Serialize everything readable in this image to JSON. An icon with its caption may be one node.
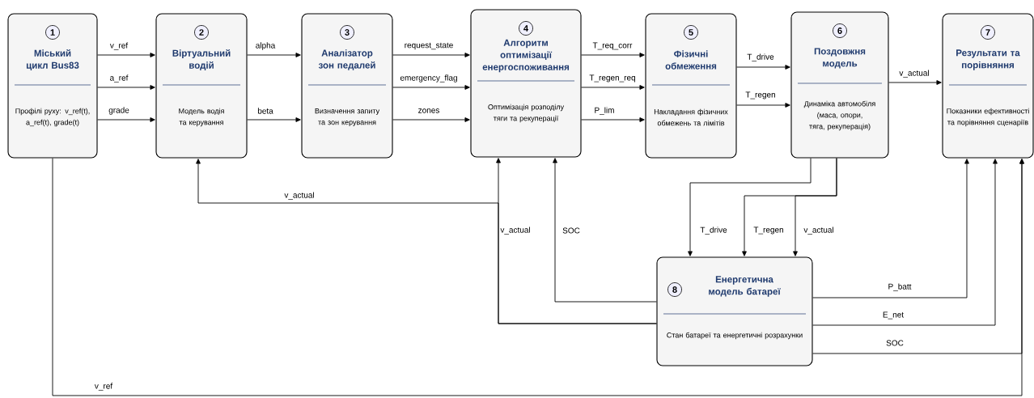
{
  "diagram": {
    "nodes": [
      {
        "text": [
          "1",
          "Міський цикл Bus83",
          "Профілі руху: v_ref(t), a_ref(t), grade(t)"
        ]
      },
      {
        "text": [
          "2",
          "Віртуальний водій",
          "Модель водія та керування"
        ]
      },
      {
        "text": [
          "3",
          "Аналізатор зон педалей",
          "Визначення запиту та зон керування"
        ]
      },
      {
        "text": [
          "4",
          "Алгоритм оптимізації енергоспоживання",
          "Оптимізація розподілу тяги та рекуперації"
        ]
      },
      {
        "text": [
          "5",
          "Фізичні обмеження",
          "Накладання фізичних обмежень та лімітів"
        ]
      },
      {
        "text": [
          "6",
          "Поздовжня модель",
          "Динаміка автомобіля (маса, опори, тяга, рекуперація)"
        ]
      },
      {
        "text": [
          "7",
          "Результати та порівняння",
          "Показники ефективності та порівняння сценаріїв"
        ]
      },
      {
        "text": [
          "8",
          "Енергетична модель батареї",
          "Стан батареї та енергетичні розрахунки"
        ]
      }
    ],
    "edges": [
      {
        "from": 0,
        "to": 1,
        "arrow": "to",
        "label": "v_ref"
      },
      {
        "from": 0,
        "to": 1,
        "arrow": "to",
        "label": "a_ref"
      },
      {
        "from": 0,
        "to": 1,
        "arrow": "to",
        "label": "grade"
      },
      {
        "from": 1,
        "to": 2,
        "arrow": "to",
        "label": "alpha"
      },
      {
        "from": 1,
        "to": 2,
        "arrow": "to",
        "label": "beta"
      },
      {
        "from": 2,
        "to": 3,
        "arrow": "to",
        "label": "request_state"
      },
      {
        "from": 2,
        "to": 3,
        "arrow": "to",
        "label": "emergency_flag"
      },
      {
        "from": 2,
        "to": 3,
        "arrow": "to",
        "label": "zones"
      },
      {
        "from": 3,
        "to": 4,
        "arrow": "to",
        "label": "T_req_corr"
      },
      {
        "from": 3,
        "to": 4,
        "arrow": "to",
        "label": "T_regen_req"
      },
      {
        "from": 3,
        "to": 4,
        "arrow": "to",
        "label": "P_lim"
      },
      {
        "from": 4,
        "to": 5,
        "arrow": "to",
        "label": "T_drive"
      },
      {
        "from": 4,
        "to": 5,
        "arrow": "to",
        "label": "T_regen"
      },
      {
        "from": 5,
        "to": 6,
        "arrow": "to",
        "label": "v_actual"
      },
      {
        "from": 5,
        "to": 7,
        "arrow": "to",
        "label": "T_drive"
      },
      {
        "from": 5,
        "to": 7,
        "arrow": "to",
        "label": "T_regen"
      },
      {
        "from": 5,
        "to": 7,
        "arrow": "to",
        "label": "v_actual"
      },
      {
        "from": 7,
        "to": 3,
        "arrow": "to",
        "label": "SOC"
      },
      {
        "from": 7,
        "to": 3,
        "arrow": "to",
        "label": "v_actual"
      },
      {
        "from": 7,
        "to": 1,
        "arrow": "to",
        "label": "v_actual"
      },
      {
        "from": 7,
        "to": 6,
        "arrow": "to",
        "label": "P_batt"
      },
      {
        "from": 7,
        "to": 6,
        "arrow": "to",
        "label": "E_net"
      },
      {
        "from": 7,
        "to": 6,
        "arrow": "to",
        "label": "SOC"
      },
      {
        "from": 0,
        "to": 6,
        "arrow": "to",
        "label": "v_ref"
      }
    ]
  }
}
